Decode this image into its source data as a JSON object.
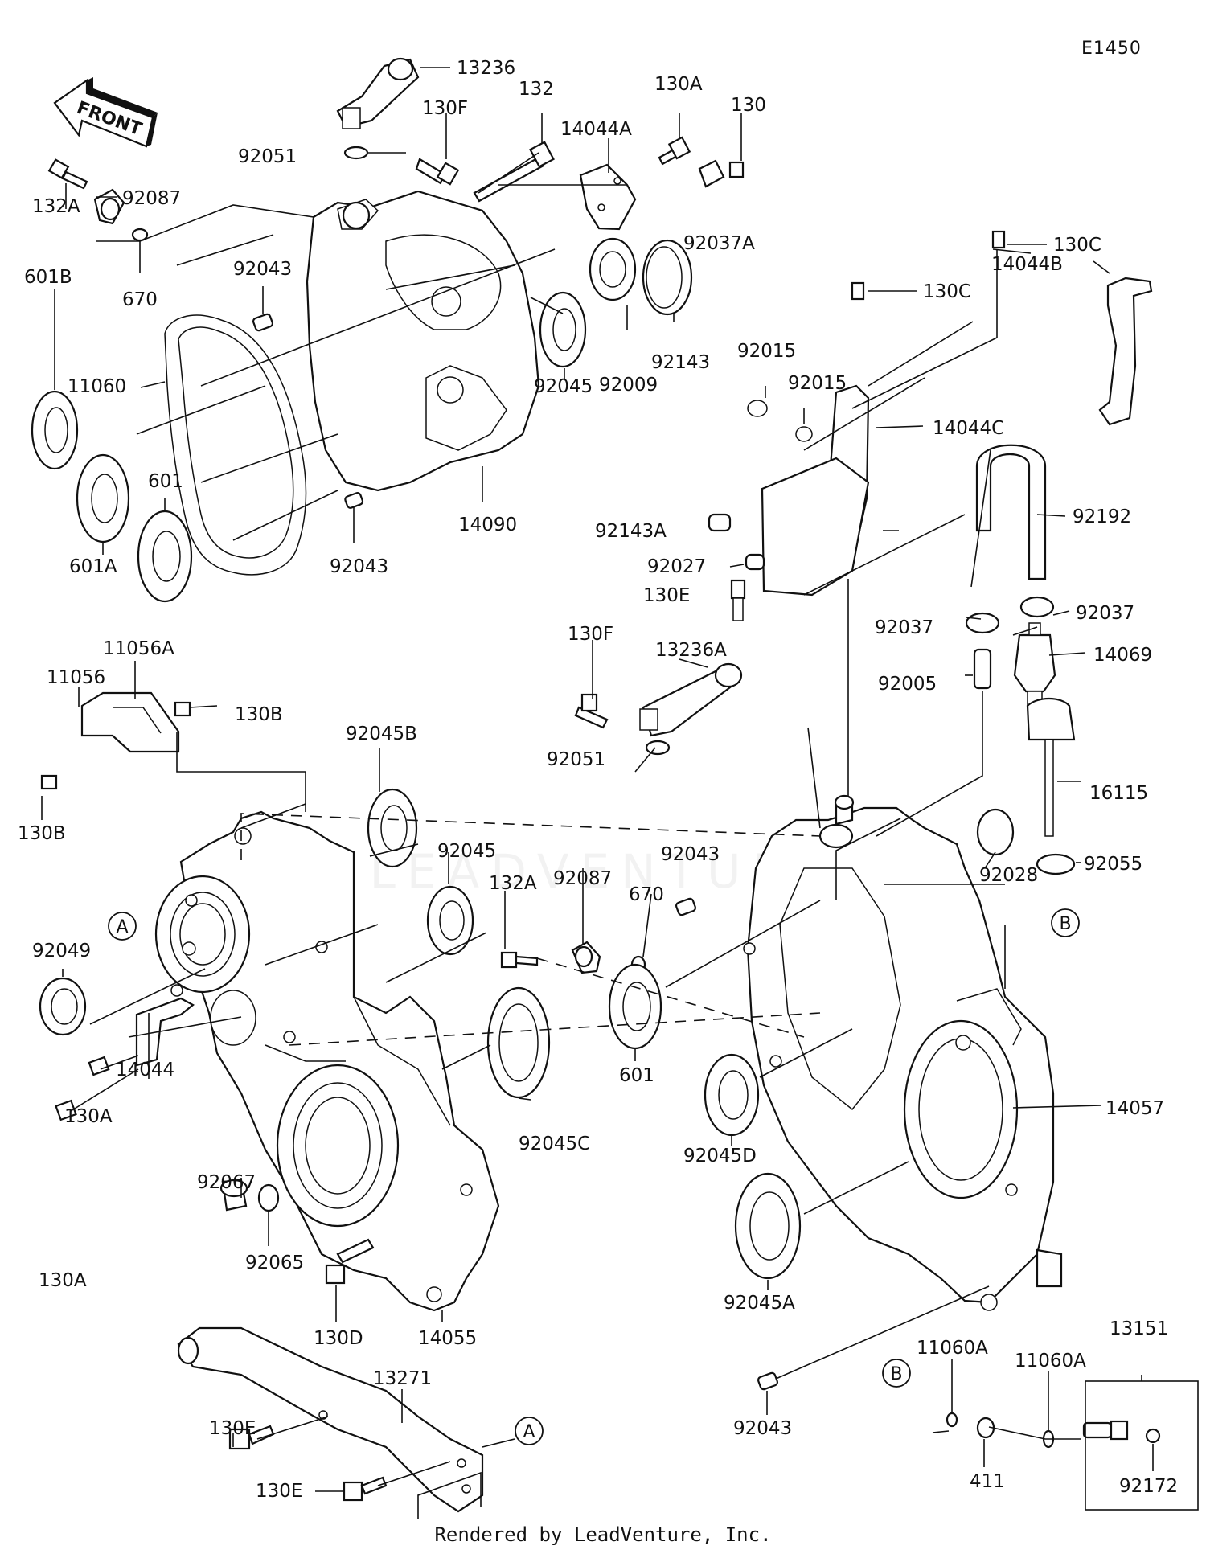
{
  "diagram_code": "E1450",
  "front_arrow_text": "FRONT",
  "footer": "Rendered by LeadVenture, Inc.",
  "watermark": "LEADVENTURE",
  "callouts": {
    "A": "A",
    "B": "B"
  },
  "parts": {
    "p13236": "13236",
    "p130F_top": "130F",
    "p132": "132",
    "p130A_top": "130A",
    "p130_top": "130",
    "p14044A": "14044A",
    "p92051_top": "92051",
    "p92087_top": "92087",
    "p132A_top": "132A",
    "p670_top": "670",
    "p92037A": "92037A",
    "p92043_top": "92043",
    "p601B": "601B",
    "p11060": "11060",
    "p92009": "92009",
    "p92143": "92143",
    "p92045_top": "92045",
    "p601": "601",
    "p601A": "601A",
    "p14090": "14090",
    "p92043_mid": "92043",
    "p130C_a": "130C",
    "p130C_b": "130C",
    "p14044B": "14044B",
    "p92015_a": "92015",
    "p92015_b": "92015",
    "p14044C": "14044C",
    "p92192": "92192",
    "p92143A": "92143A",
    "p92027": "92027",
    "p130E_mid": "130E",
    "p92037_left": "92037",
    "p92037_right": "92037",
    "p14069": "14069",
    "p92005": "92005",
    "p130F_mid": "130F",
    "p13236A": "13236A",
    "p11056A": "11056A",
    "p11056": "11056",
    "p130B_a": "130B",
    "p130B_b": "130B",
    "p92045B": "92045B",
    "p92051_mid": "92051",
    "p16115": "16115",
    "p92045_mid": "92045",
    "p92087_mid": "92087",
    "p92043_right": "92043",
    "p132A_mid": "132A",
    "p670_mid": "670",
    "p92028": "92028",
    "p92055": "92055",
    "p92049": "92049",
    "p601_mid": "601",
    "p14044": "14044",
    "p130A_a": "130A",
    "p130A_b": "130A",
    "p92045C": "92045C",
    "p92045D": "92045D",
    "p14057": "14057",
    "p92067": "92067",
    "p92065": "92065",
    "p130D": "130D",
    "p14055": "14055",
    "p92045A": "92045A",
    "p13271": "13271",
    "p130E_a": "130E",
    "p130E_b": "130E",
    "p11060A_a": "11060A",
    "p11060A_b": "11060A",
    "p13151": "13151",
    "p411": "411",
    "p92043_bottom": "92043",
    "p92172": "92172"
  }
}
